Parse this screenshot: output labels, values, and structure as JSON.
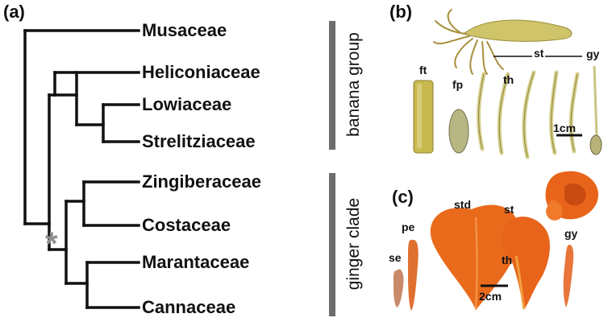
{
  "panels": {
    "a": "(a)",
    "b": "(b)",
    "c": "(c)"
  },
  "taxa": [
    "Musaceae",
    "Heliconiaceae",
    "Lowiaceae",
    "Strelitziaceae",
    "Zingiberaceae",
    "Costaceae",
    "Marantaceae",
    "Cannaceae"
  ],
  "groups": {
    "banana": "banana group",
    "ginger": "ginger clade"
  },
  "node_marker": "*",
  "panel_b_labels": {
    "ft": "ft",
    "fp": "fp",
    "st": "st",
    "gy": "gy",
    "th": "th",
    "scale": "1cm"
  },
  "panel_c_labels": {
    "std": "std",
    "st": "st",
    "pe": "pe",
    "gy": "gy",
    "se": "se",
    "th": "th",
    "scale": "2cm"
  },
  "colors": {
    "tree": "#111111",
    "bar": "#6d6d6d",
    "asterisk": "#8f8f8f",
    "flower_orange": "#e8641a",
    "flower_yellow": "#cfc46a"
  }
}
